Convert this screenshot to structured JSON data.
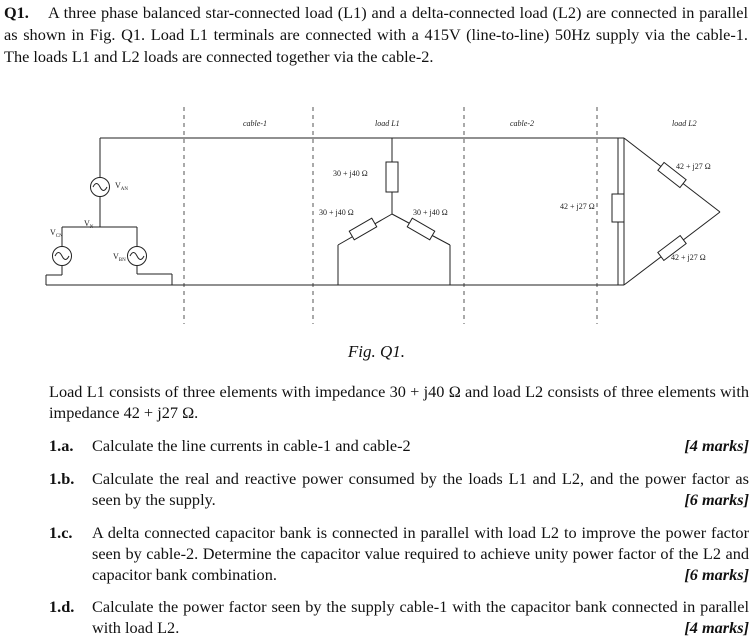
{
  "question": {
    "number": "Q1.",
    "text": "A three phase balanced star-connected load (L1) and a delta-connected load (L2) are connected in parallel as shown in Fig. Q1. Load L1 terminals are connected with a 415V (line-to-line) 50Hz supply via the cable-1. The loads L1 and L2 loads are connected together via the cable-2."
  },
  "figure": {
    "section_labels": {
      "cable1": "cable-1",
      "load1": "load L1",
      "cable2": "cable-2",
      "load2": "load L2"
    },
    "sources": {
      "van": "V",
      "van_sub": "AN",
      "vbn": "V",
      "vbn_sub": "BN",
      "vcn": "V",
      "vcn_sub": "CN",
      "vn": "V",
      "vn_sub": "N"
    },
    "l1_impedances": {
      "top": "30 + j40 Ω",
      "left": "30 + j40 Ω",
      "right": "30 + j40 Ω"
    },
    "l2_impedances": {
      "left": "42 + j27 Ω",
      "top": "42 + j27 Ω",
      "bottom": "42 + j27 Ω"
    },
    "caption": "Fig. Q1."
  },
  "intro": "Load L1 consists of three elements with impedance 30 + j40 Ω and load L2 consists of three elements with impedance 42 + j27 Ω.",
  "parts": [
    {
      "label": "1.a.",
      "text": "Calculate the line currents in cable-1 and cable-2",
      "marks": "[4 marks]"
    },
    {
      "label": "1.b.",
      "text": "Calculate the real and reactive power consumed by the loads L1 and L2, and the power factor as seen by the supply.",
      "marks": "[6 marks]"
    },
    {
      "label": "1.c.",
      "text": "A delta connected capacitor bank is connected in parallel with load L2 to improve the power factor seen by cable-2. Determine the capacitor value required to achieve unity power factor of the L2 and capacitor bank combination.",
      "marks": "[6 marks]"
    },
    {
      "label": "1.d.",
      "text": "Calculate the power factor seen by the supply cable-1 with the capacitor bank connected in parallel with load L2.",
      "marks": "[4 marks]"
    }
  ]
}
